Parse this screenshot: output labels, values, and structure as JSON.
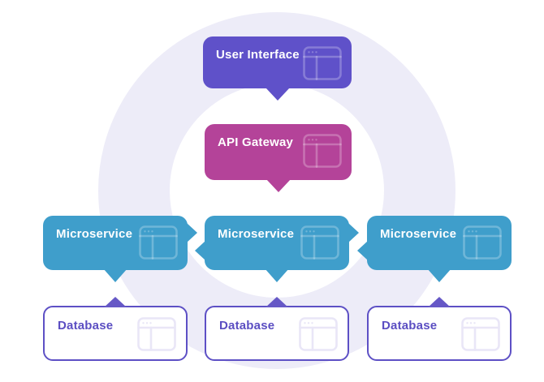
{
  "diagram": {
    "type": "architecture-flow",
    "background": {
      "ring_color": "#edecf8",
      "page_color": "#ffffff"
    },
    "arrow_color": "#6658c6",
    "nodes": {
      "user_interface": {
        "label": "User Interface",
        "color": "#5f51c9",
        "text_color": "#ffffff",
        "icon": "browser-window-icon"
      },
      "api_gateway": {
        "label": "API Gateway",
        "color": "#b44399",
        "text_color": "#ffffff",
        "icon": "browser-window-icon"
      },
      "microservice_1": {
        "label": "Microservice",
        "color": "#3f9ecb",
        "text_color": "#ffffff",
        "icon": "browser-window-icon"
      },
      "microservice_2": {
        "label": "Microservice",
        "color": "#3f9ecb",
        "text_color": "#ffffff",
        "icon": "browser-window-icon"
      },
      "microservice_3": {
        "label": "Microservice",
        "color": "#3f9ecb",
        "text_color": "#ffffff",
        "icon": "browser-window-icon"
      },
      "database_1": {
        "label": "Database",
        "color": "#ffffff",
        "border_color": "#5d50c5",
        "text_color": "#5b4ec2",
        "icon": "browser-window-icon"
      },
      "database_2": {
        "label": "Database",
        "color": "#ffffff",
        "border_color": "#5d50c5",
        "text_color": "#5b4ec2",
        "icon": "browser-window-icon"
      },
      "database_3": {
        "label": "Database",
        "color": "#ffffff",
        "border_color": "#5d50c5",
        "text_color": "#5b4ec2",
        "icon": "browser-window-icon"
      }
    },
    "connections": [
      {
        "from": "user_interface",
        "to": "api_gateway",
        "style": "tail-down"
      },
      {
        "from": "api_gateway",
        "to": "microservice_2",
        "style": "tail-down"
      },
      {
        "from": "microservice_1",
        "to": "microservice_2",
        "style": "interlocking-chevrons"
      },
      {
        "from": "microservice_2",
        "to": "microservice_3",
        "style": "interlocking-chevrons"
      },
      {
        "from": "microservice_1",
        "to": "database_1",
        "style": "tail-down-and-up-arrow"
      },
      {
        "from": "microservice_2",
        "to": "database_2",
        "style": "tail-down-and-up-arrow"
      },
      {
        "from": "microservice_3",
        "to": "database_3",
        "style": "tail-down-and-up-arrow"
      }
    ]
  }
}
